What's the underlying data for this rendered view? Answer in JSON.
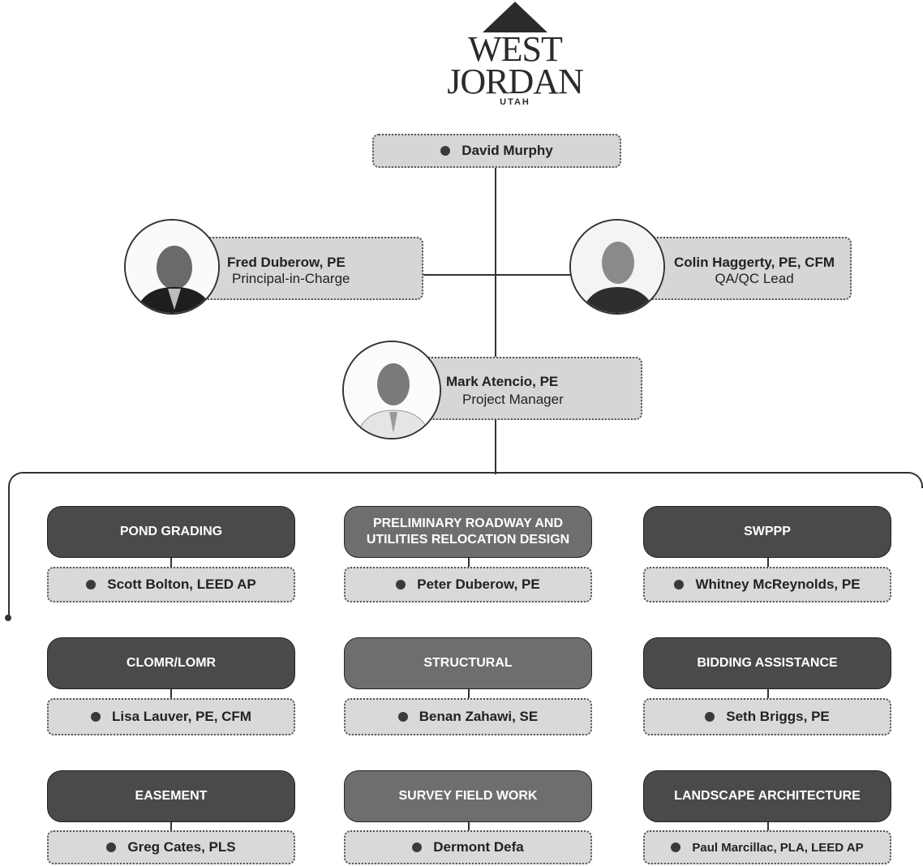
{
  "logo": {
    "line1": "WEST",
    "line2": "JORDAN",
    "sub": "UTAH"
  },
  "top": {
    "name": "David Murphy"
  },
  "left_lead": {
    "name": "Fred Duberow, PE",
    "role": "Principal-in-Charge"
  },
  "right_lead": {
    "name": "Colin Haggerty, PE, CFM",
    "role": "QA/QC Lead"
  },
  "manager": {
    "name": "Mark Atencio, PE",
    "role": "Project Manager"
  },
  "disciplines": [
    {
      "title": "POND GRADING",
      "person": "Scott Bolton, LEED AP"
    },
    {
      "title": "PRELIMINARY ROADWAY AND UTILITIES RELOCATION DESIGN",
      "person": "Peter Duberow, PE"
    },
    {
      "title": "SWPPP",
      "person": "Whitney McReynolds, PE"
    },
    {
      "title": "CLOMR/LOMR",
      "person": "Lisa Lauver, PE, CFM"
    },
    {
      "title": "STRUCTURAL",
      "person": "Benan Zahawi, SE"
    },
    {
      "title": "BIDDING ASSISTANCE",
      "person": "Seth Briggs, PE"
    },
    {
      "title": "EASEMENT",
      "person": "Greg Cates, PLS"
    },
    {
      "title": "SURVEY FIELD WORK",
      "person": "Dermont Defa"
    },
    {
      "title": "LANDSCAPE ARCHITECTURE",
      "person": "Paul Marcillac, PLA, LEED AP"
    }
  ]
}
